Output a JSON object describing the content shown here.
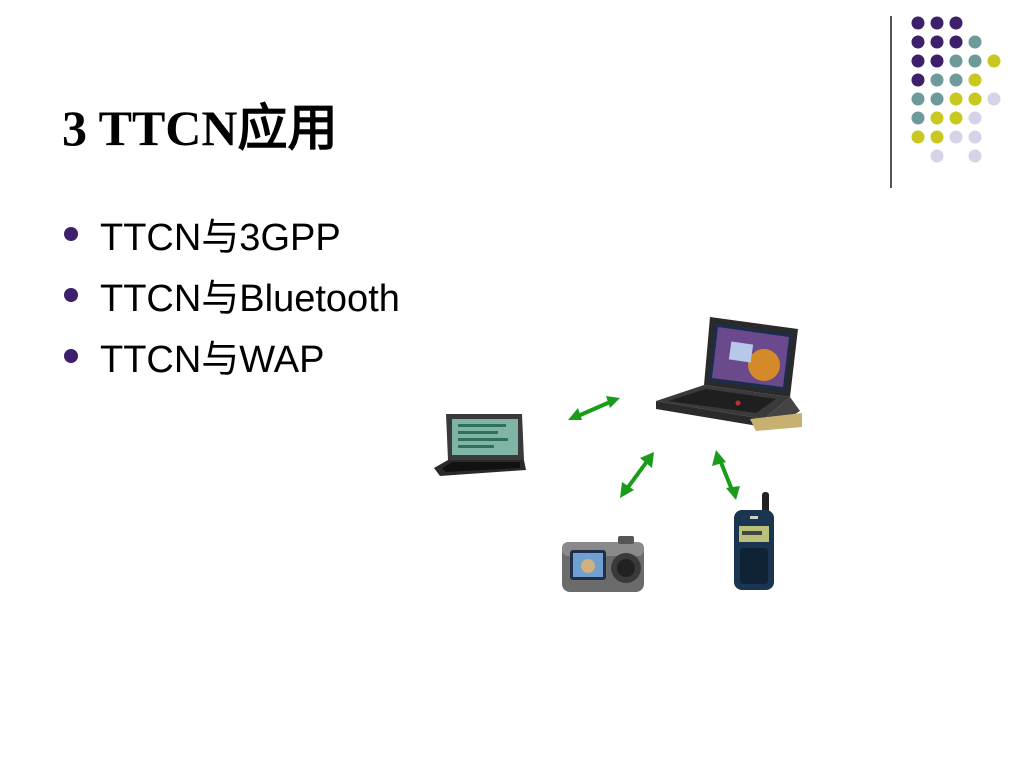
{
  "slide": {
    "title": "3 TTCN应用",
    "bullets": [
      {
        "text": "TTCN与3GPP"
      },
      {
        "text": "TTCN与Bluetooth"
      },
      {
        "text": "TTCN与WAP"
      }
    ]
  },
  "colors": {
    "bullet": "#3d1f6b",
    "dot_purple": "#3d1f6b",
    "dot_teal": "#6e9b9a",
    "dot_yellow": "#c8c81e",
    "dot_lavender": "#d5d3e6",
    "arrow": "#1a9c1a"
  },
  "devices": {
    "laptop": "laptop-icon",
    "handheld": "handheld-pc-icon",
    "camera": "digital-camera-icon",
    "phone": "mobile-phone-icon"
  }
}
